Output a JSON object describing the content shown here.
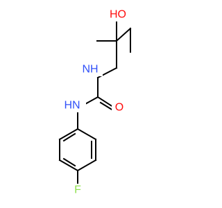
{
  "colors": {
    "bond": "#000000",
    "oxygen": "#ff0d0d",
    "nitrogen": "#3050f8",
    "fluorine": "#90e050"
  },
  "atoms": {
    "hydroxyl": "HO",
    "amine_top": "NH",
    "amine_bottom": "HN",
    "carbonyl_oxygen": "O",
    "fluorine": "F"
  }
}
